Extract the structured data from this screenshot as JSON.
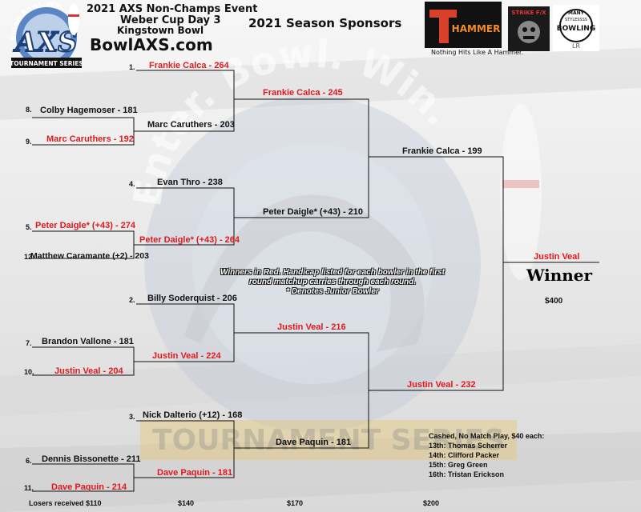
{
  "event": {
    "line1": "2021 AXS Non-Champs Event",
    "line2": "Weber Cup Day 3",
    "line3": "Kingstown Bowl",
    "website": "BowlAXS.com",
    "logo_text": "AXS",
    "logo_arc": "Enter. Bowl. Win.",
    "logo_banner": "TOURNAMENT SERIES"
  },
  "sponsors": {
    "title": "2021 Season Sponsors",
    "hammer": "HAMMER",
    "hammer_tagline": "Nothing Hits Like A Hammer.",
    "strike": "STRIKE F/X",
    "many_top": "MANY",
    "many_mid": "BOWLING",
    "many_small": "STYLESSSS"
  },
  "watermark": {
    "arc": "Enter. Bowl. Win.",
    "banner": "TOURNAMENT SERIES"
  },
  "seeds": {
    "s1": "1.",
    "s8": "8.",
    "s9": "9.",
    "s4": "4.",
    "s5": "5.",
    "s12": "12",
    "s2": "2.",
    "s7": "7.",
    "s10": "10.",
    "s3": "3.",
    "s6": "6.",
    "s11": "11."
  },
  "round1": {
    "colby": "Colby Hagemoser - 181",
    "marc": "Marc Caruthers - 192",
    "peter": "Peter Daigle* (+43) - 274",
    "matthew": "Matthew Caramante (+2) - 203",
    "brandon": "Brandon Vallone - 181",
    "justin": "Justin Veal - 204",
    "dennis": "Dennis Bissonette - 211",
    "dave": "Dave Paquin - 214"
  },
  "round2": {
    "frankie": "Frankie Calca - 264",
    "marc": "Marc Caruthers - 203",
    "evan": "Evan Thro - 238",
    "peter": "Peter Daigle* (+43) - 264",
    "billy": "Billy Soderquist - 206",
    "justin": "Justin Veal - 224",
    "nick": "Nick Dalterio (+12) - 168",
    "dave": "Dave Paquin - 181"
  },
  "round3": {
    "frankie": "Frankie Calca - 245",
    "peter": "Peter Daigle* (+43) - 210",
    "justin": "Justin Veal - 216",
    "dave": "Dave Paquin - 181"
  },
  "round4": {
    "frankie": "Frankie Calca - 199",
    "justin": "Justin Veal - 232"
  },
  "champion": {
    "name": "Justin Veal",
    "label": "Winner",
    "prize": "$400"
  },
  "note": {
    "line1": "Winners in Red.  Handicap listed for each bowler in the first",
    "line2": "round matchup carries through each round.",
    "line3": "* Denotes Junior Bowler"
  },
  "cashed": {
    "title": "Cashed, No Match Play, $40 each:",
    "p13": "13th: Thomas Scherrer",
    "p14": "14th: Clifford Packer",
    "p15": "15th: Greg Green",
    "p16": "16th: Tristan Erickson"
  },
  "payouts": {
    "losers": "Losers received $110",
    "r2": "$140",
    "r3": "$170",
    "r4": "$200"
  },
  "colors": {
    "winner_red": "#e0191e",
    "line": "#111111",
    "background": "#ececec"
  }
}
